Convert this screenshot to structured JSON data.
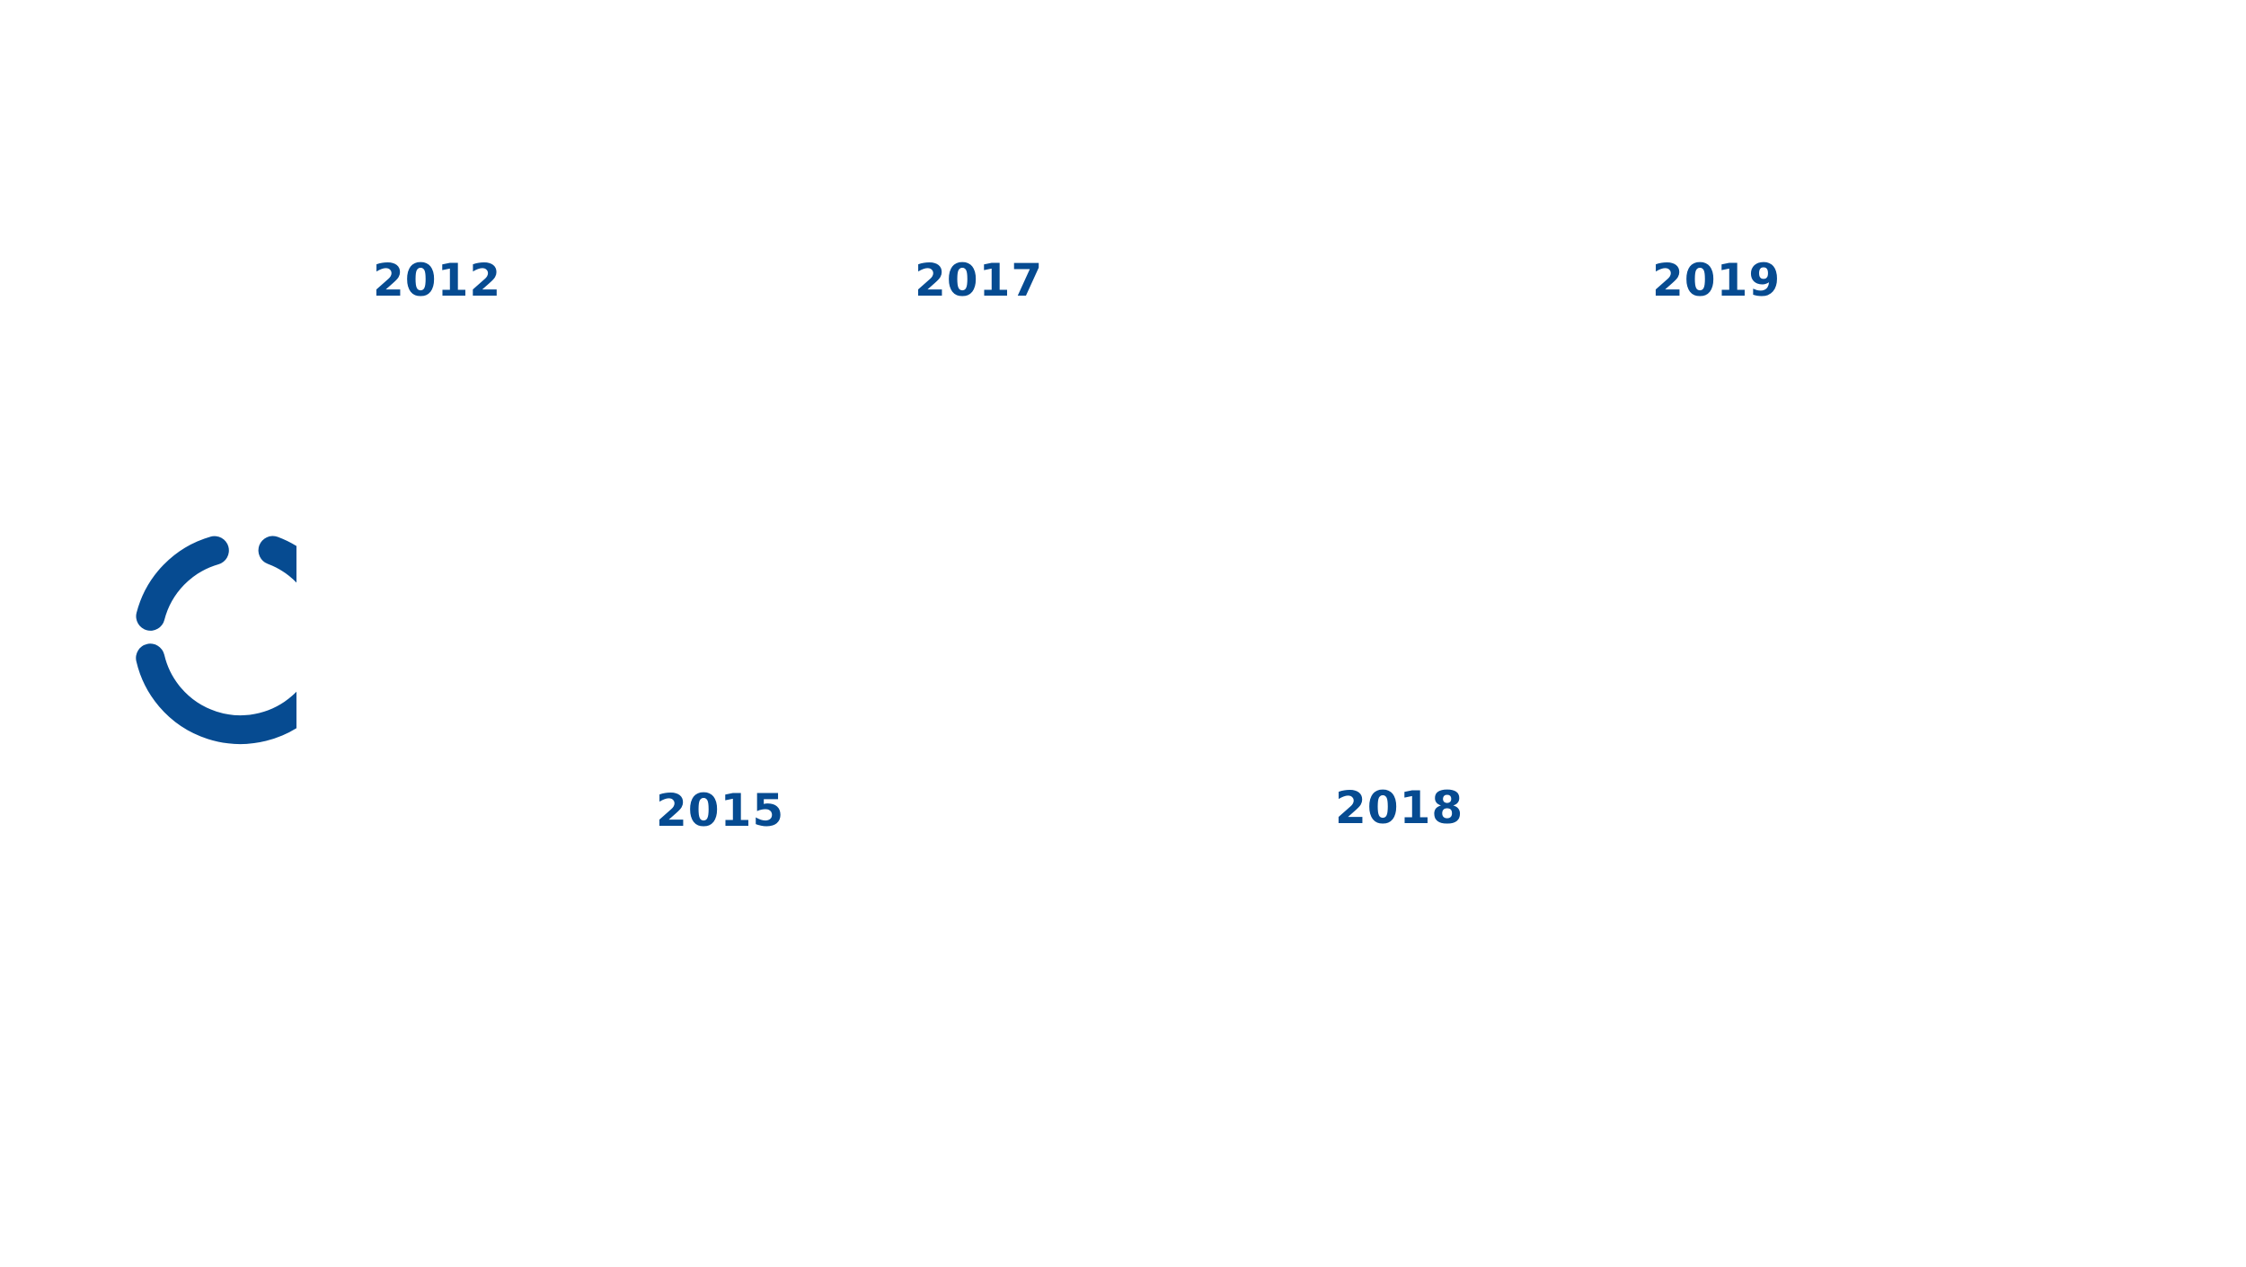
{
  "colors": {
    "accent": "#064b91",
    "background": "#ffffff"
  },
  "timeline": {
    "years": [
      "2012",
      "2017",
      "2019",
      "2015",
      "2018"
    ]
  },
  "ring_icon": {
    "name": "open-ring-icon",
    "segments": 3
  }
}
